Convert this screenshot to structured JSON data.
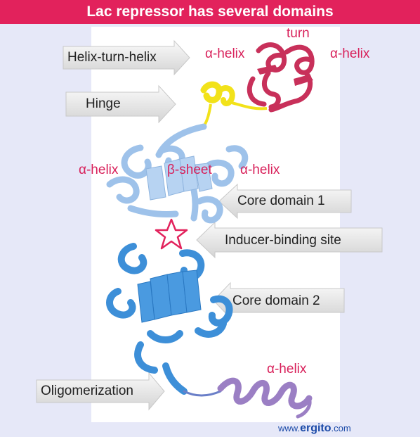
{
  "title": "Lac repressor has several domains",
  "left_labels": {
    "hth": "Helix-turn-helix",
    "hinge": "Hinge",
    "oligo": "Oligomerization"
  },
  "right_labels": {
    "core1": "Core domain 1",
    "inducer": "Inducer-binding site",
    "core2": "Core domain 2"
  },
  "structure_labels": {
    "turn": "turn",
    "alpha_helix": "α-helix",
    "beta_sheet": "β-sheet"
  },
  "footer": {
    "prefix": "www.",
    "brand": "ergito",
    "suffix": ".com"
  },
  "colors": {
    "title_bg": "#e2225c",
    "hth_domain": "#c8305a",
    "hinge": "#f2e21a",
    "core_domain_1": "#9ec2ea",
    "core_domain_2": "#3d8fd8",
    "oligomerization_helix": "#9b7fc4",
    "inducer_site_marker": "#e2225c"
  }
}
